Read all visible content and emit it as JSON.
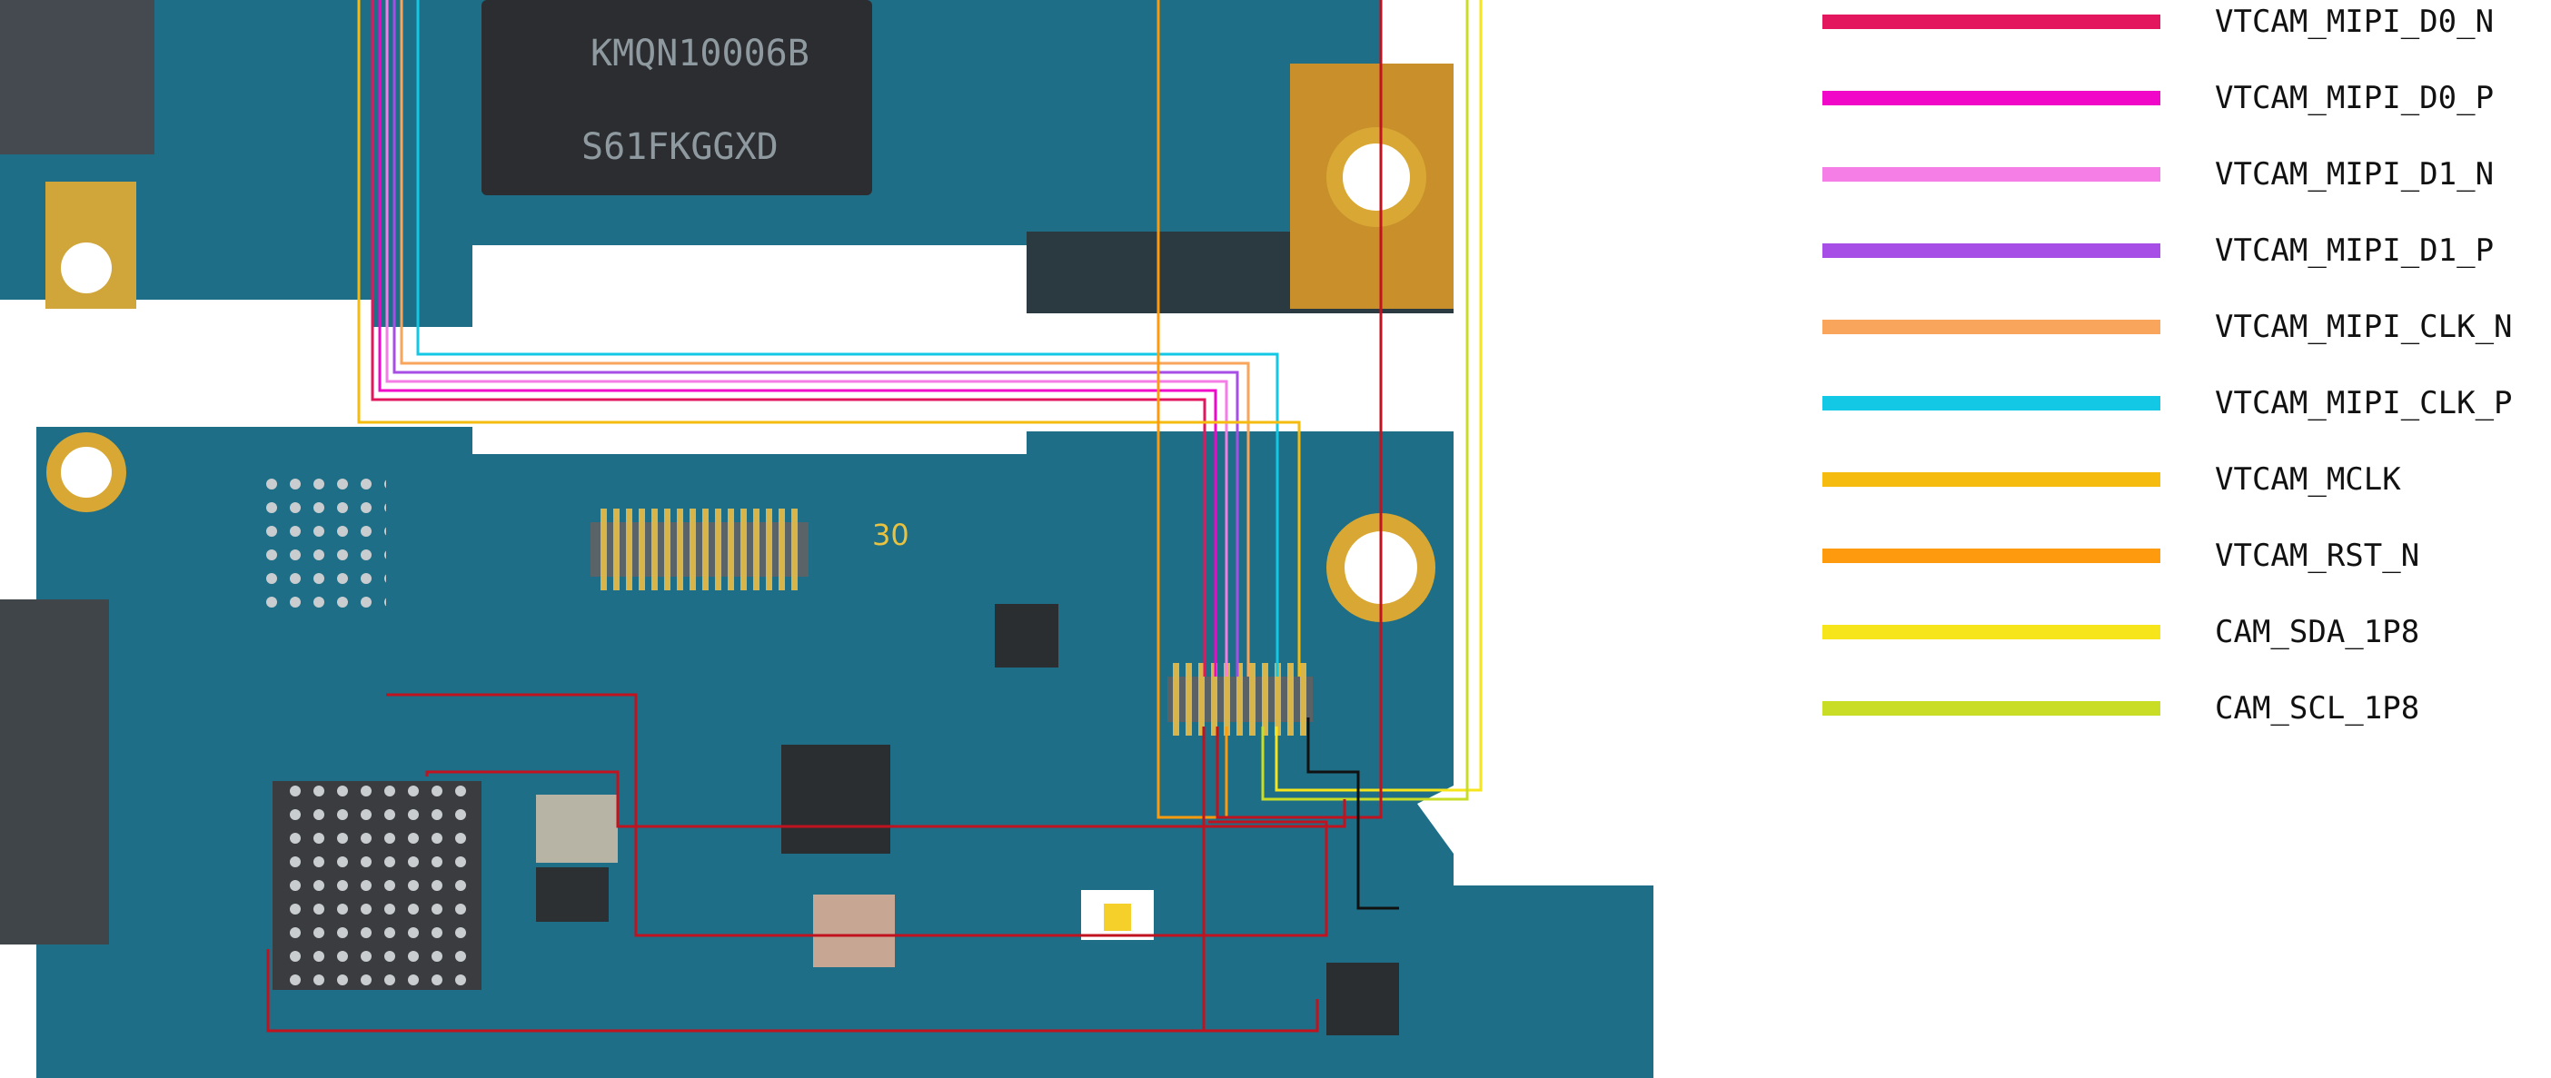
{
  "diagram": {
    "chip_marking_line1": "KMQN10006B",
    "chip_marking_line2": "S61FKGGXD",
    "silkscreen_30": "30"
  },
  "legend": {
    "items": [
      {
        "label": "VTCAM_MIPI_D0_N",
        "color": "#e3175d"
      },
      {
        "label": "VTCAM_MIPI_D0_P",
        "color": "#f007c8"
      },
      {
        "label": "VTCAM_MIPI_D1_N",
        "color": "#f47de6"
      },
      {
        "label": "VTCAM_MIPI_D1_P",
        "color": "#a64ee6"
      },
      {
        "label": "VTCAM_MIPI_CLK_N",
        "color": "#f9a55c"
      },
      {
        "label": "VTCAM_MIPI_CLK_P",
        "color": "#12c8e4"
      },
      {
        "label": "VTCAM_MCLK",
        "color": "#f5bb0f"
      },
      {
        "label": "VTCAM_RST_N",
        "color": "#fe9a0d"
      },
      {
        "label": "CAM_SDA_1P8",
        "color": "#f7e51c"
      },
      {
        "label": "CAM_SCL_1P8",
        "color": "#c9dd26"
      }
    ]
  },
  "colors": {
    "board": "#1d6e86",
    "board_dark": "#175a6e",
    "pad": "#c5a033",
    "power_trace": "#c1121f",
    "ground_trace": "#111111"
  }
}
